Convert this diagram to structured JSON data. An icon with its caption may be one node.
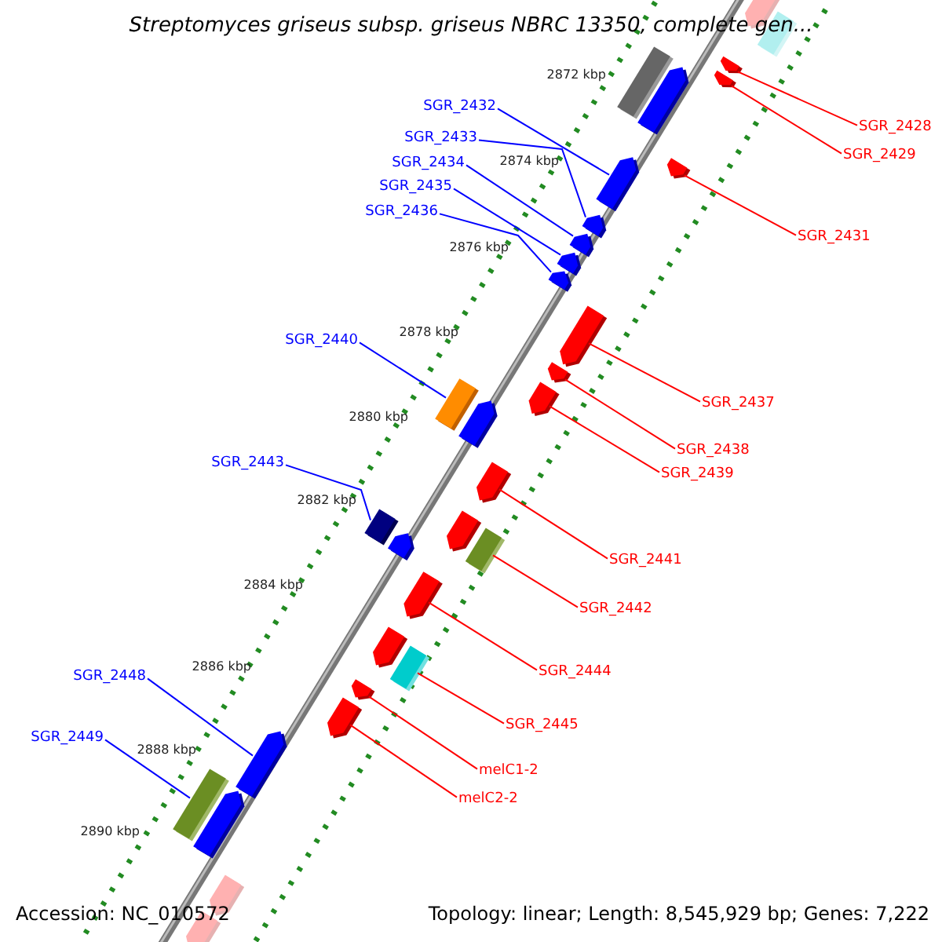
{
  "diagram": {
    "title": "Streptomyces griseus subsp. griseus NBRC 13350, complete gen...",
    "nodes": [
      {
        "text": [
          "SGR_2432"
        ]
      },
      {
        "text": [
          "SGR_2428"
        ]
      },
      {
        "text": [
          "SGR_2433"
        ]
      },
      {
        "text": [
          "SGR_2429"
        ]
      },
      {
        "text": [
          "SGR_2434"
        ]
      },
      {
        "text": [
          "SGR_2435"
        ]
      },
      {
        "text": [
          "SGR_2436"
        ]
      },
      {
        "text": [
          "SGR_2431"
        ]
      },
      {
        "text": [
          "SGR_2440"
        ]
      },
      {
        "text": [
          "SGR_2437"
        ]
      },
      {
        "text": [
          "SGR_2438"
        ]
      },
      {
        "text": [
          "SGR_2443"
        ]
      },
      {
        "text": [
          "SGR_2439"
        ]
      },
      {
        "text": [
          "SGR_2441"
        ]
      },
      {
        "text": [
          "SGR_2442"
        ]
      },
      {
        "text": [
          "SGR_2444"
        ]
      },
      {
        "text": [
          "SGR_2448"
        ]
      },
      {
        "text": [
          "SGR_2445"
        ]
      },
      {
        "text": [
          "SGR_2449"
        ]
      },
      {
        "text": [
          "melC1-2"
        ]
      },
      {
        "text": [
          "melC2-2"
        ]
      },
      {
        "text": [],
        "shape": "arrow"
      },
      {
        "text": [],
        "shape": "box"
      },
      {
        "text": [],
        "shape": "arrow"
      },
      {
        "text": [],
        "shape": "arrow"
      },
      {
        "text": [],
        "shape": "box"
      },
      {
        "text": [],
        "shape": "arrow"
      },
      {
        "text": [],
        "shape": "arrow"
      },
      {
        "text": [],
        "shape": "arrow"
      },
      {
        "text": [],
        "shape": "arrow"
      },
      {
        "text": [],
        "shape": "arrow"
      },
      {
        "text": [],
        "shape": "arrow"
      },
      {
        "text": [],
        "shape": "arrow"
      },
      {
        "text": [],
        "shape": "arrow"
      },
      {
        "text": [],
        "shape": "arrow"
      },
      {
        "text": [],
        "shape": "arrow"
      },
      {
        "text": [],
        "shape": "box"
      },
      {
        "text": [],
        "shape": "arrow"
      },
      {
        "text": [],
        "shape": "arrow"
      },
      {
        "text": [],
        "shape": "box"
      },
      {
        "text": [],
        "shape": "arrow"
      },
      {
        "text": [],
        "shape": "arrow"
      },
      {
        "text": [],
        "shape": "box"
      },
      {
        "text": [],
        "shape": "arrow"
      },
      {
        "text": [],
        "shape": "arrow"
      },
      {
        "text": [],
        "shape": "box"
      },
      {
        "text": [],
        "shape": "arrow"
      },
      {
        "text": [],
        "shape": "arrow"
      },
      {
        "text": [],
        "shape": "arrow"
      },
      {
        "text": [],
        "shape": "box"
      },
      {
        "text": [],
        "shape": "arrow"
      },
      {
        "text": [],
        "shape": "arrow"
      },
      {
        "text": [],
        "shape": "arrow"
      }
    ],
    "edges": [
      {
        "from": 0,
        "to": 28,
        "arrow": "none",
        "color": "#0000ff"
      },
      {
        "from": 1,
        "to": 23,
        "arrow": "none"
      },
      {
        "from": 2,
        "to": 29,
        "arrow": "none",
        "color": "#0000ff"
      },
      {
        "from": 3,
        "to": 24,
        "arrow": "none"
      },
      {
        "from": 4,
        "to": 30,
        "arrow": "none",
        "color": "#0000ff"
      },
      {
        "from": 5,
        "to": 31,
        "arrow": "none",
        "color": "#0000ff"
      },
      {
        "from": 6,
        "to": 32,
        "arrow": "none",
        "color": "#0000ff"
      },
      {
        "from": 7,
        "to": 27,
        "arrow": "none"
      },
      {
        "from": 8,
        "to": 36,
        "arrow": "none",
        "color": "#0000ff"
      },
      {
        "from": 9,
        "to": 33,
        "arrow": "none"
      },
      {
        "from": 10,
        "to": 34,
        "arrow": "none"
      },
      {
        "from": 11,
        "to": 39,
        "arrow": "none",
        "color": "#0000ff"
      },
      {
        "from": 12,
        "to": 35,
        "arrow": "none"
      },
      {
        "from": 13,
        "to": 38,
        "arrow": "none"
      },
      {
        "from": 14,
        "to": 42,
        "arrow": "none"
      },
      {
        "from": 15,
        "to": 43,
        "arrow": "none"
      },
      {
        "from": 16,
        "to": 48,
        "arrow": "none",
        "color": "#0000ff"
      },
      {
        "from": 17,
        "to": 45,
        "arrow": "none"
      },
      {
        "from": 18,
        "to": 49,
        "arrow": "none",
        "color": "#0000ff"
      },
      {
        "from": 19,
        "to": 46,
        "arrow": "none"
      },
      {
        "from": 20,
        "to": 47,
        "arrow": "none"
      }
    ],
    "labels": [
      "2872 kbp",
      "2874 kbp",
      "2876 kbp",
      "2878 kbp",
      "2880 kbp",
      "2882 kbp",
      "2884 kbp",
      "2886 kbp",
      "2888 kbp",
      "2890 kbp",
      "Accession: NC_010572",
      "Topology: linear; Length: 8,545,929 bp; Genes: 7,222"
    ]
  }
}
